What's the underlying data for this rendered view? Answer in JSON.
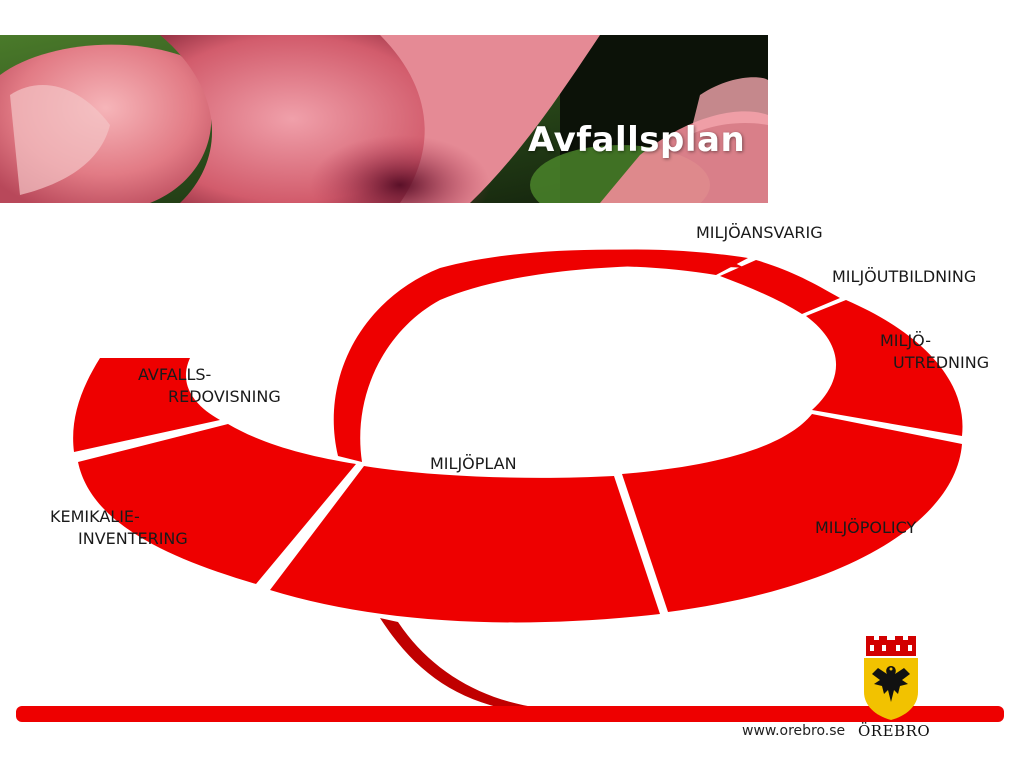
{
  "header": {
    "title": "Avfallsplan"
  },
  "cycle": {
    "labels": {
      "miljoansvarig": "MILJÖANSVARIG",
      "miljoutbildning": "MILJÖUTBILDNING",
      "miljoutredning_line1": "MILJÖ-",
      "miljoutredning_line2": "UTREDNING",
      "avfallsredovisning_line1": "AVFALLS-",
      "avfallsredovisning_line2": "REDOVISNING",
      "miljoplan": "MILJÖPLAN",
      "kemikalieinventering_line1": "KEMIKALIE-",
      "kemikalieinventering_line2": "INVENTERING",
      "miljopolicy": "MILJÖPOLICY"
    },
    "colors": {
      "segment": "#ee0000",
      "segment_dark": "#b30000"
    }
  },
  "footer": {
    "url": "www.orebro.se",
    "city": "ÖREBRO",
    "crest_icon": "orebro-crest-icon"
  }
}
